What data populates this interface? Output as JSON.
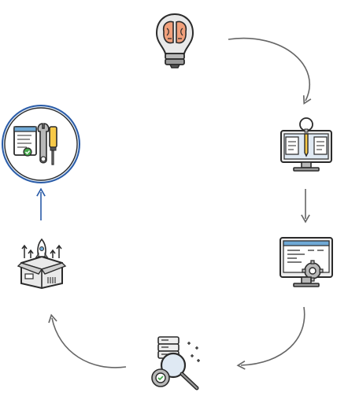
{
  "diagram": {
    "type": "cycle",
    "steps": [
      {
        "id": "idea",
        "icon": "lightbulb-brain-icon"
      },
      {
        "id": "planning",
        "icon": "blueprint-monitor-icon"
      },
      {
        "id": "development",
        "icon": "monitor-gear-code-icon"
      },
      {
        "id": "testing",
        "icon": "server-magnifier-gear-icon"
      },
      {
        "id": "launch",
        "icon": "box-rocket-launch-icon"
      },
      {
        "id": "maintenance",
        "icon": "tools-document-check-icon",
        "highlighted": true
      }
    ],
    "colors": {
      "arrow": "#666666",
      "highlight_arrow": "#2a5ca8",
      "highlight_ring": "#2a5ca8",
      "highlight_fill": "#dde9f6",
      "outline": "#2b2b2b",
      "screen_blue": "#6fa9d6",
      "yellow": "#f7c948",
      "gray": "#b8b8b8",
      "green": "#45a84b",
      "peach": "#f1a07b"
    }
  }
}
